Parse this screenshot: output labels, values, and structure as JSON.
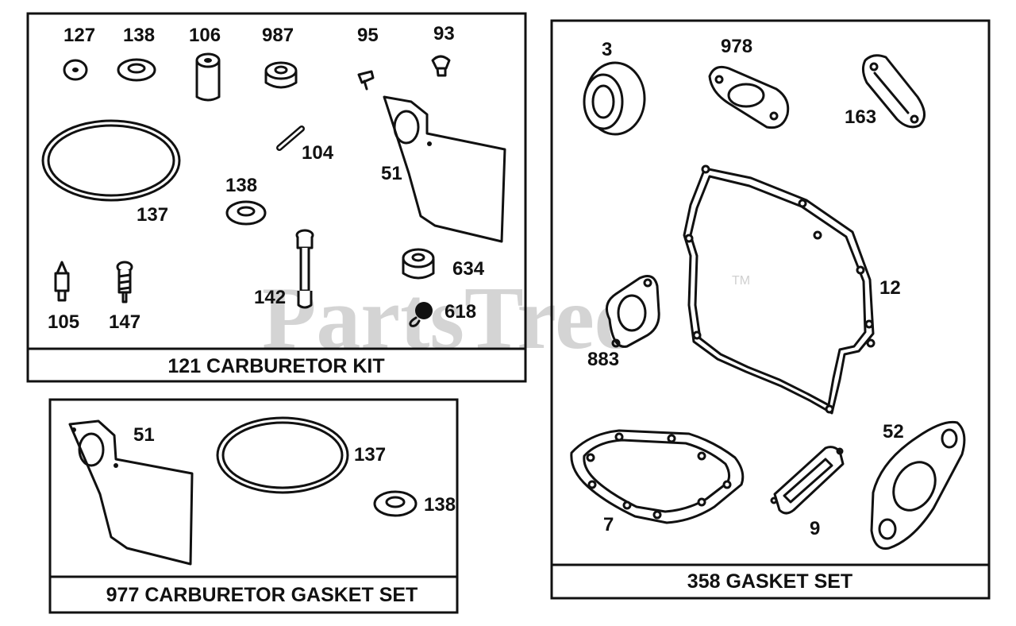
{
  "watermark": {
    "text": "PartsTree",
    "trademark": "TM"
  },
  "panels": {
    "carburetor_kit": {
      "title": "121 CARBURETOR KIT",
      "parts": {
        "p127": "127",
        "p138a": "138",
        "p106": "106",
        "p987": "987",
        "p95": "95",
        "p93": "93",
        "p104": "104",
        "p51": "51",
        "p137": "137",
        "p138b": "138",
        "p634": "634",
        "p105": "105",
        "p147": "147",
        "p142": "142",
        "p618": "618"
      }
    },
    "carburetor_gasket_set": {
      "title": "977 CARBURETOR GASKET SET",
      "parts": {
        "p51": "51",
        "p137": "137",
        "p138": "138"
      }
    },
    "gasket_set": {
      "title": "358 GASKET SET",
      "parts": {
        "p3": "3",
        "p978": "978",
        "p163": "163",
        "p12": "12",
        "p883": "883",
        "p52": "52",
        "p7": "7",
        "p9": "9"
      }
    }
  },
  "colors": {
    "ink": "#111111",
    "watermark": "#d4d4d4",
    "background": "#ffffff"
  }
}
